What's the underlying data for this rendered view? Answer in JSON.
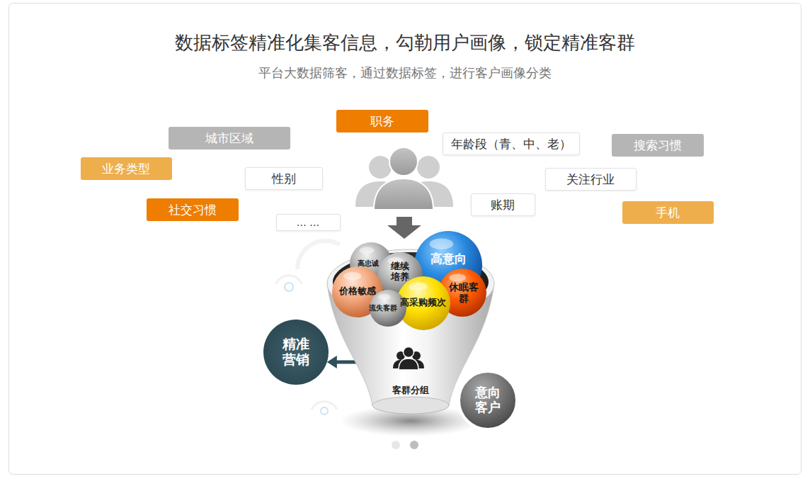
{
  "diagram": {
    "title": "数据标签精准化集客信息，勾勒用户画像，锁定精准客群",
    "caption": "平台大数据筛客，通过数据标签，进行客户画像分类",
    "nodes": [
      {
        "text": [
          "职务"
        ]
      },
      {
        "text": [
          "城市区域"
        ]
      },
      {
        "text": [
          "年龄段（青、中、老）"
        ]
      },
      {
        "text": [
          "搜索习惯"
        ]
      },
      {
        "text": [
          "业务类型"
        ]
      },
      {
        "text": [
          "性别"
        ]
      },
      {
        "text": [
          "关注行业"
        ]
      },
      {
        "text": [
          "社交习惯"
        ]
      },
      {
        "text": [
          "账期"
        ]
      },
      {
        "text": [
          "手机"
        ]
      },
      {
        "text": [
          "… …"
        ]
      },
      {
        "text": [
          "客群分组"
        ]
      },
      {
        "text": [
          "高意向"
        ],
        "in": 11
      },
      {
        "text": [
          "高忠诚"
        ],
        "in": 11
      },
      {
        "text": [
          "继续培养"
        ],
        "in": 11
      },
      {
        "text": [
          "休眠客群"
        ],
        "in": 11
      },
      {
        "text": [
          "价格敏感"
        ],
        "in": 11
      },
      {
        "text": [
          "高采购频次"
        ],
        "in": 11
      },
      {
        "text": [
          "流失客群"
        ],
        "in": 11
      },
      {
        "text": [
          "精准营销"
        ]
      },
      {
        "text": [
          "意向客户"
        ]
      }
    ],
    "edges": [
      {
        "from": 11,
        "to": 19,
        "arrow": "to"
      }
    ]
  }
}
